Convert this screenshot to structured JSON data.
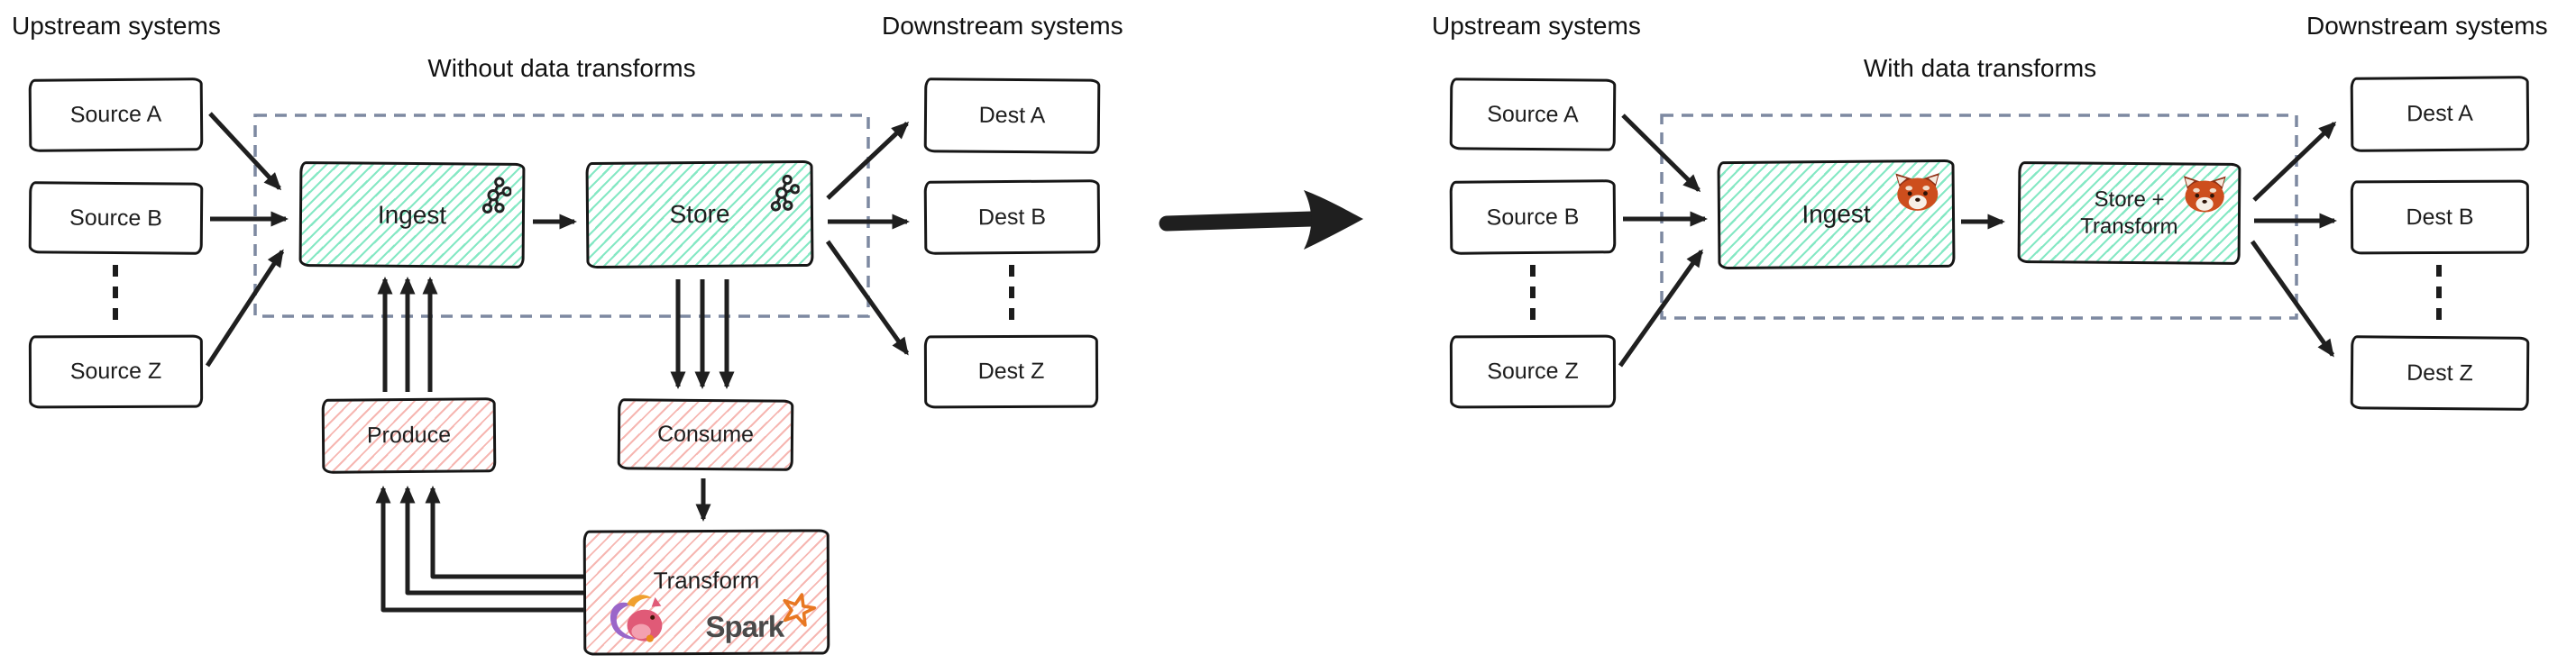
{
  "left": {
    "upstream_label": "Upstream systems",
    "title": "Without data transforms",
    "downstream_label": "Downstream systems",
    "sources": [
      "Source A",
      "Source B",
      "Source Z"
    ],
    "dests": [
      "Dest A",
      "Dest B",
      "Dest Z"
    ],
    "ingest": "Ingest",
    "store": "Store",
    "produce": "Produce",
    "consume": "Consume",
    "transform": "Transform",
    "spark": "Spark"
  },
  "right": {
    "upstream_label": "Upstream systems",
    "title": "With data transforms",
    "downstream_label": "Downstream systems",
    "sources": [
      "Source A",
      "Source B",
      "Source Z"
    ],
    "dests": [
      "Dest A",
      "Dest B",
      "Dest Z"
    ],
    "ingest": "Ingest",
    "store_transform_line1": "Store +",
    "store_transform_line2": "Transform"
  },
  "icons": {
    "kafka": "kafka-logo",
    "flink": "flink-squirrel-logo",
    "spark": "spark-star-logo",
    "redpanda": "red-panda-logo"
  },
  "palette": {
    "teal_hatch": "#78e6be",
    "pink_hatch": "#f5aaa4",
    "box_border": "#161616",
    "dashed_border": "#7d89a1",
    "arrow": "#1f1f1f",
    "spark_orange": "#e87722",
    "spark_text": "#4a4a4a"
  }
}
